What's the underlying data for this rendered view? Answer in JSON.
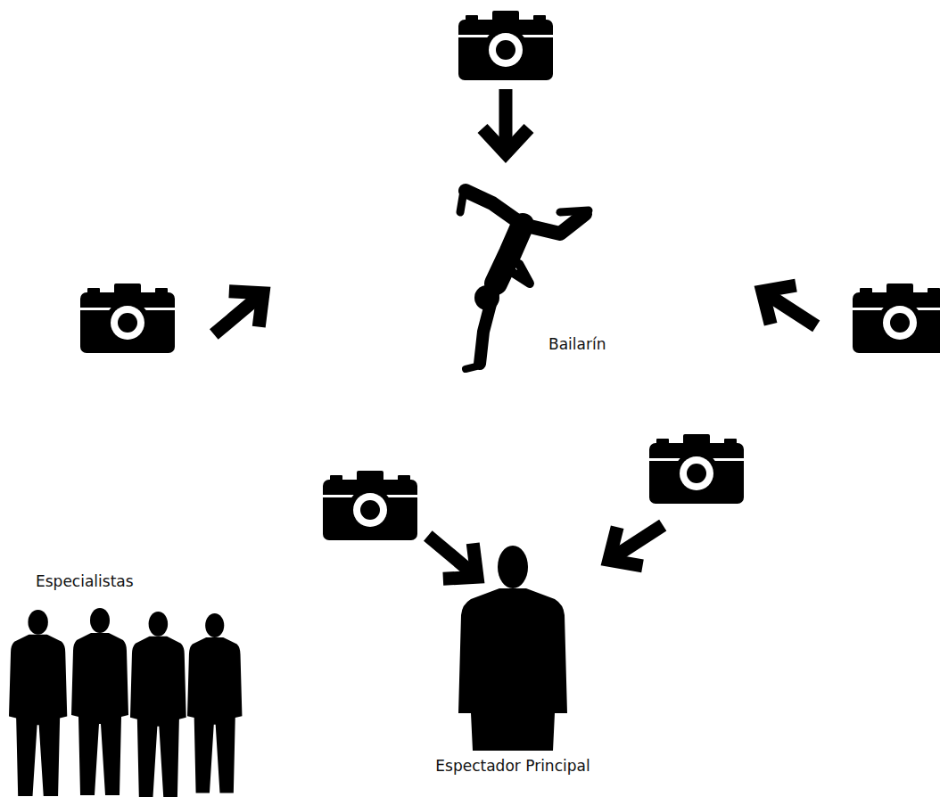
{
  "diagram": {
    "nodes": [
      {
        "text": [
          "Bailarín"
        ]
      },
      {
        "text": [
          "Especialistas"
        ]
      },
      {
        "text": [
          "Espectador Principal"
        ]
      }
    ]
  }
}
